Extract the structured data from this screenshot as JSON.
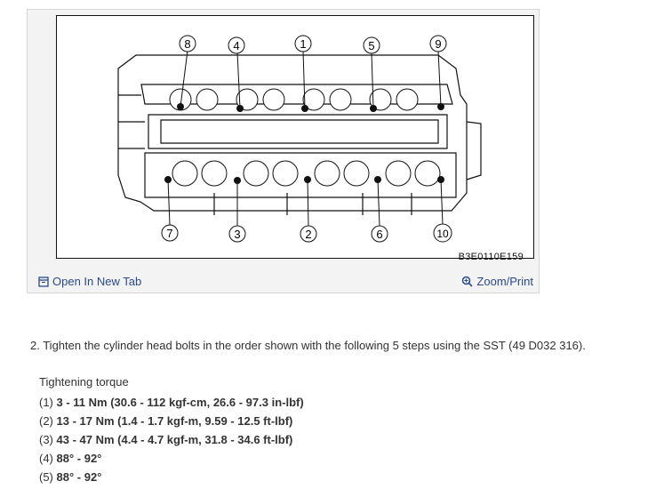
{
  "figure": {
    "code": "B3E0110E159",
    "top_callouts": [
      "8",
      "4",
      "1",
      "5",
      "9"
    ],
    "bottom_callouts": [
      "7",
      "3",
      "2",
      "6",
      "10"
    ]
  },
  "links": {
    "open_new_tab": "Open In New Tab",
    "zoom_print": "Zoom/Print"
  },
  "step": {
    "text": "2. Tighten the cylinder head bolts in the order shown with the following 5 steps using the SST (49 D032 316)."
  },
  "torque": {
    "title": "Tightening torque",
    "items": [
      {
        "num": "(1)",
        "value": "3 - 11 Nm (30.6 - 112 kgf-cm, 26.6 - 97.3 in-lbf)"
      },
      {
        "num": "(2)",
        "value": "13 - 17 Nm (1.4 - 1.7 kgf-m, 9.59 - 12.5 ft-lbf)"
      },
      {
        "num": "(3)",
        "value": "43 - 47 Nm (4.4 - 4.7 kgf-m, 31.8 - 34.6 ft-lbf)"
      },
      {
        "num": "(4)",
        "value": "88° - 92°"
      },
      {
        "num": "(5)",
        "value": "88° - 92°"
      }
    ]
  }
}
